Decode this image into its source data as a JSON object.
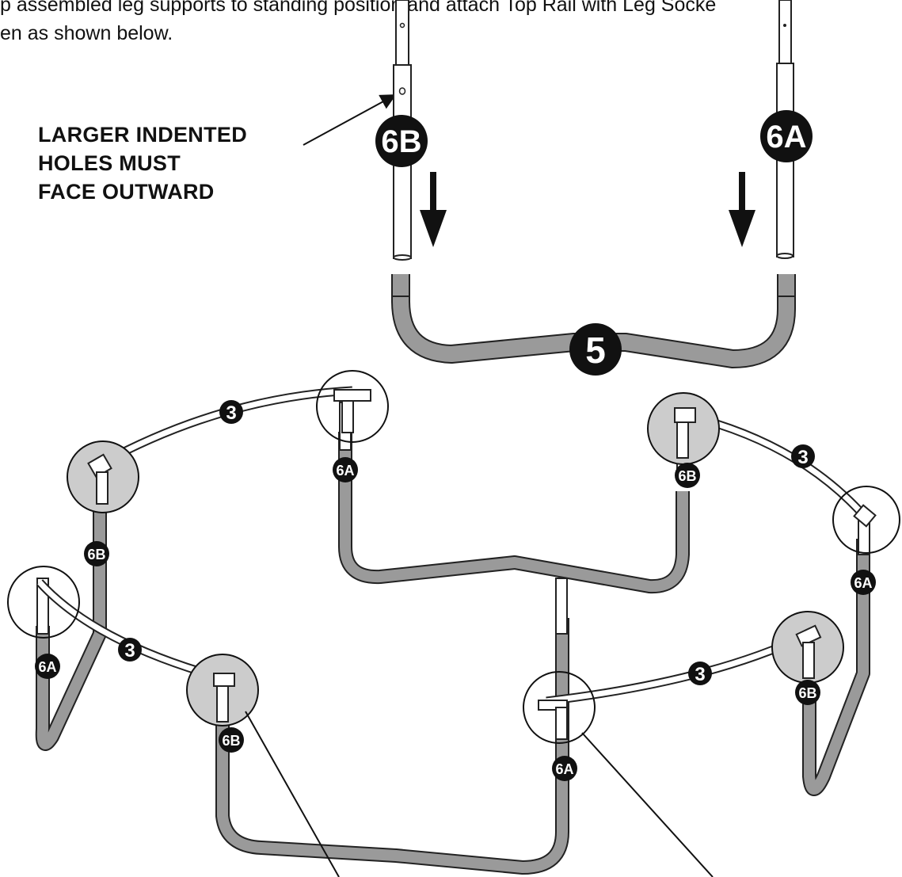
{
  "instructions": {
    "line1": "p assembled leg supports to standing position and attach Top Rail with Leg Socke",
    "line2": "en as shown below."
  },
  "warning": {
    "line1": "LARGER INDENTED",
    "line2": "HOLES MUST",
    "line3": "FACE OUTWARD"
  },
  "parts": {
    "big_6b": "6B",
    "big_6a": "6A",
    "big_5": "5",
    "small_3": "3",
    "small_6a": "6A",
    "small_6b": "6B"
  },
  "colors": {
    "tube_gray": "#9a9a9a",
    "highlight_gray": "#cccccc",
    "badge_black": "#111111",
    "outline": "#222222"
  }
}
